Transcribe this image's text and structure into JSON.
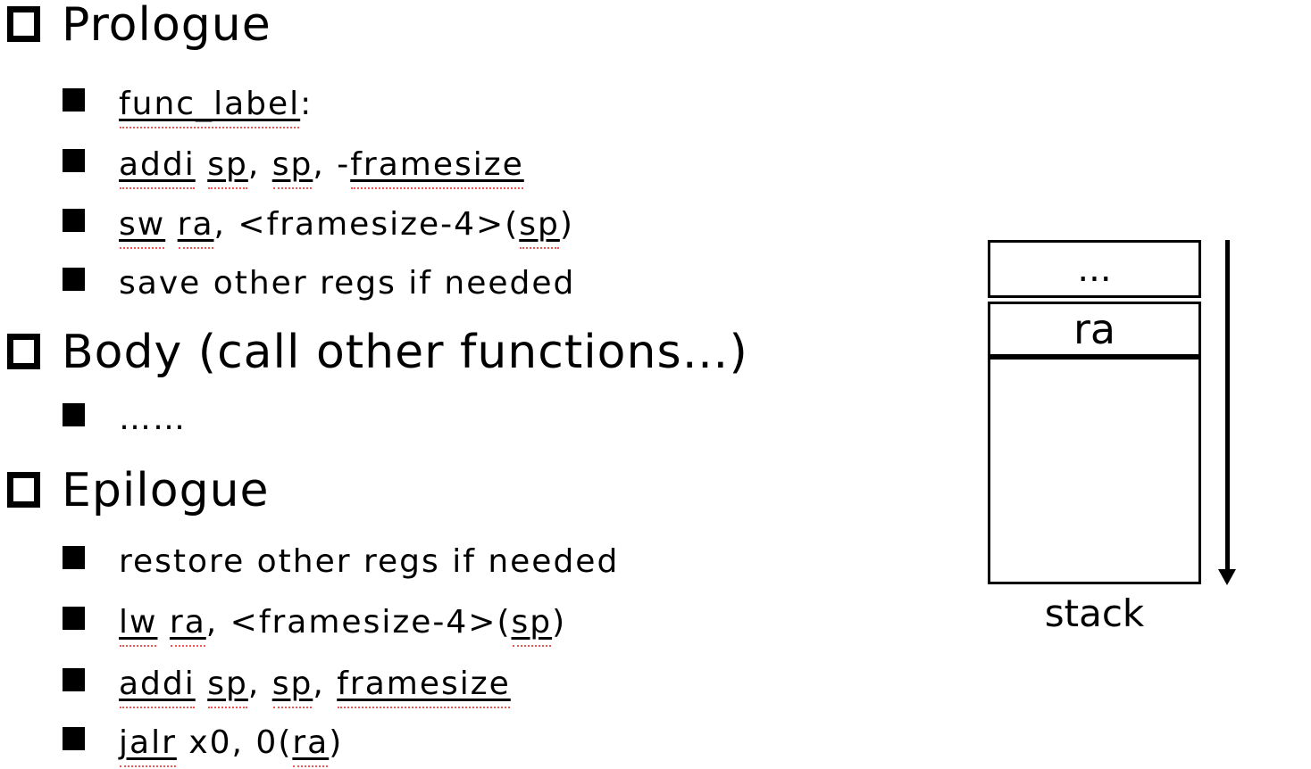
{
  "colors": {
    "background": "#ffffff",
    "text": "#000000",
    "underline": "#000000",
    "squiggle": "#ee5555"
  },
  "outline": {
    "lines": [
      {
        "level": 1,
        "bullet": "hollow-square",
        "segments": [
          {
            "text": "Prologue"
          }
        ]
      },
      {
        "level": 2,
        "bullet": "filled-square",
        "segments": [
          {
            "text": "func_label",
            "underline": true,
            "squiggle": true
          },
          {
            "text": ":"
          }
        ]
      },
      {
        "level": 2,
        "bullet": "filled-square",
        "segments": [
          {
            "text": "addi",
            "underline": true,
            "squiggle": true
          },
          {
            "text": " "
          },
          {
            "text": "sp",
            "underline": true,
            "squiggle": true
          },
          {
            "text": ", "
          },
          {
            "text": "sp",
            "underline": true,
            "squiggle": true
          },
          {
            "text": ", -"
          },
          {
            "text": "framesize",
            "underline": true,
            "squiggle": true
          }
        ]
      },
      {
        "level": 2,
        "bullet": "filled-square",
        "segments": [
          {
            "text": "sw",
            "underline": true,
            "squiggle": true
          },
          {
            "text": " "
          },
          {
            "text": "ra",
            "underline": true,
            "squiggle": true
          },
          {
            "text": ", <framesize-4>("
          },
          {
            "text": "sp",
            "underline": true,
            "squiggle": true
          },
          {
            "text": ")"
          }
        ]
      },
      {
        "level": 2,
        "bullet": "filled-square",
        "segments": [
          {
            "text": "save other regs if needed"
          }
        ]
      },
      {
        "level": 1,
        "bullet": "hollow-square",
        "segments": [
          {
            "text": "Body (call other functions…)"
          }
        ]
      },
      {
        "level": 2,
        "bullet": "filled-square",
        "segments": [
          {
            "text": "……"
          }
        ]
      },
      {
        "level": 1,
        "bullet": "hollow-square",
        "segments": [
          {
            "text": "Epilogue"
          }
        ]
      },
      {
        "level": 2,
        "bullet": "filled-square",
        "segments": [
          {
            "text": "restore other regs if needed"
          }
        ]
      },
      {
        "level": 2,
        "bullet": "filled-square",
        "segments": [
          {
            "text": "lw",
            "underline": true,
            "squiggle": true
          },
          {
            "text": " "
          },
          {
            "text": "ra",
            "underline": true,
            "squiggle": true
          },
          {
            "text": ", <framesize-4>("
          },
          {
            "text": "sp",
            "underline": true,
            "squiggle": true
          },
          {
            "text": ")"
          }
        ]
      },
      {
        "level": 2,
        "bullet": "filled-square",
        "segments": [
          {
            "text": "addi",
            "underline": true,
            "squiggle": true
          },
          {
            "text": " "
          },
          {
            "text": "sp",
            "underline": true,
            "squiggle": true
          },
          {
            "text": ", "
          },
          {
            "text": "sp",
            "underline": true,
            "squiggle": true
          },
          {
            "text": ", "
          },
          {
            "text": "framesize",
            "underline": true,
            "squiggle": true
          }
        ]
      },
      {
        "level": 2,
        "bullet": "filled-square",
        "segments": [
          {
            "text": "jalr",
            "underline": true,
            "squiggle": true
          },
          {
            "text": " x0, 0("
          },
          {
            "text": "ra",
            "underline": true,
            "squiggle": true
          },
          {
            "text": ")"
          }
        ]
      }
    ]
  },
  "stack_diagram": {
    "cells": [
      {
        "label": "..."
      },
      {
        "label": "ra"
      },
      {
        "label": ""
      }
    ],
    "caption": "stack"
  }
}
